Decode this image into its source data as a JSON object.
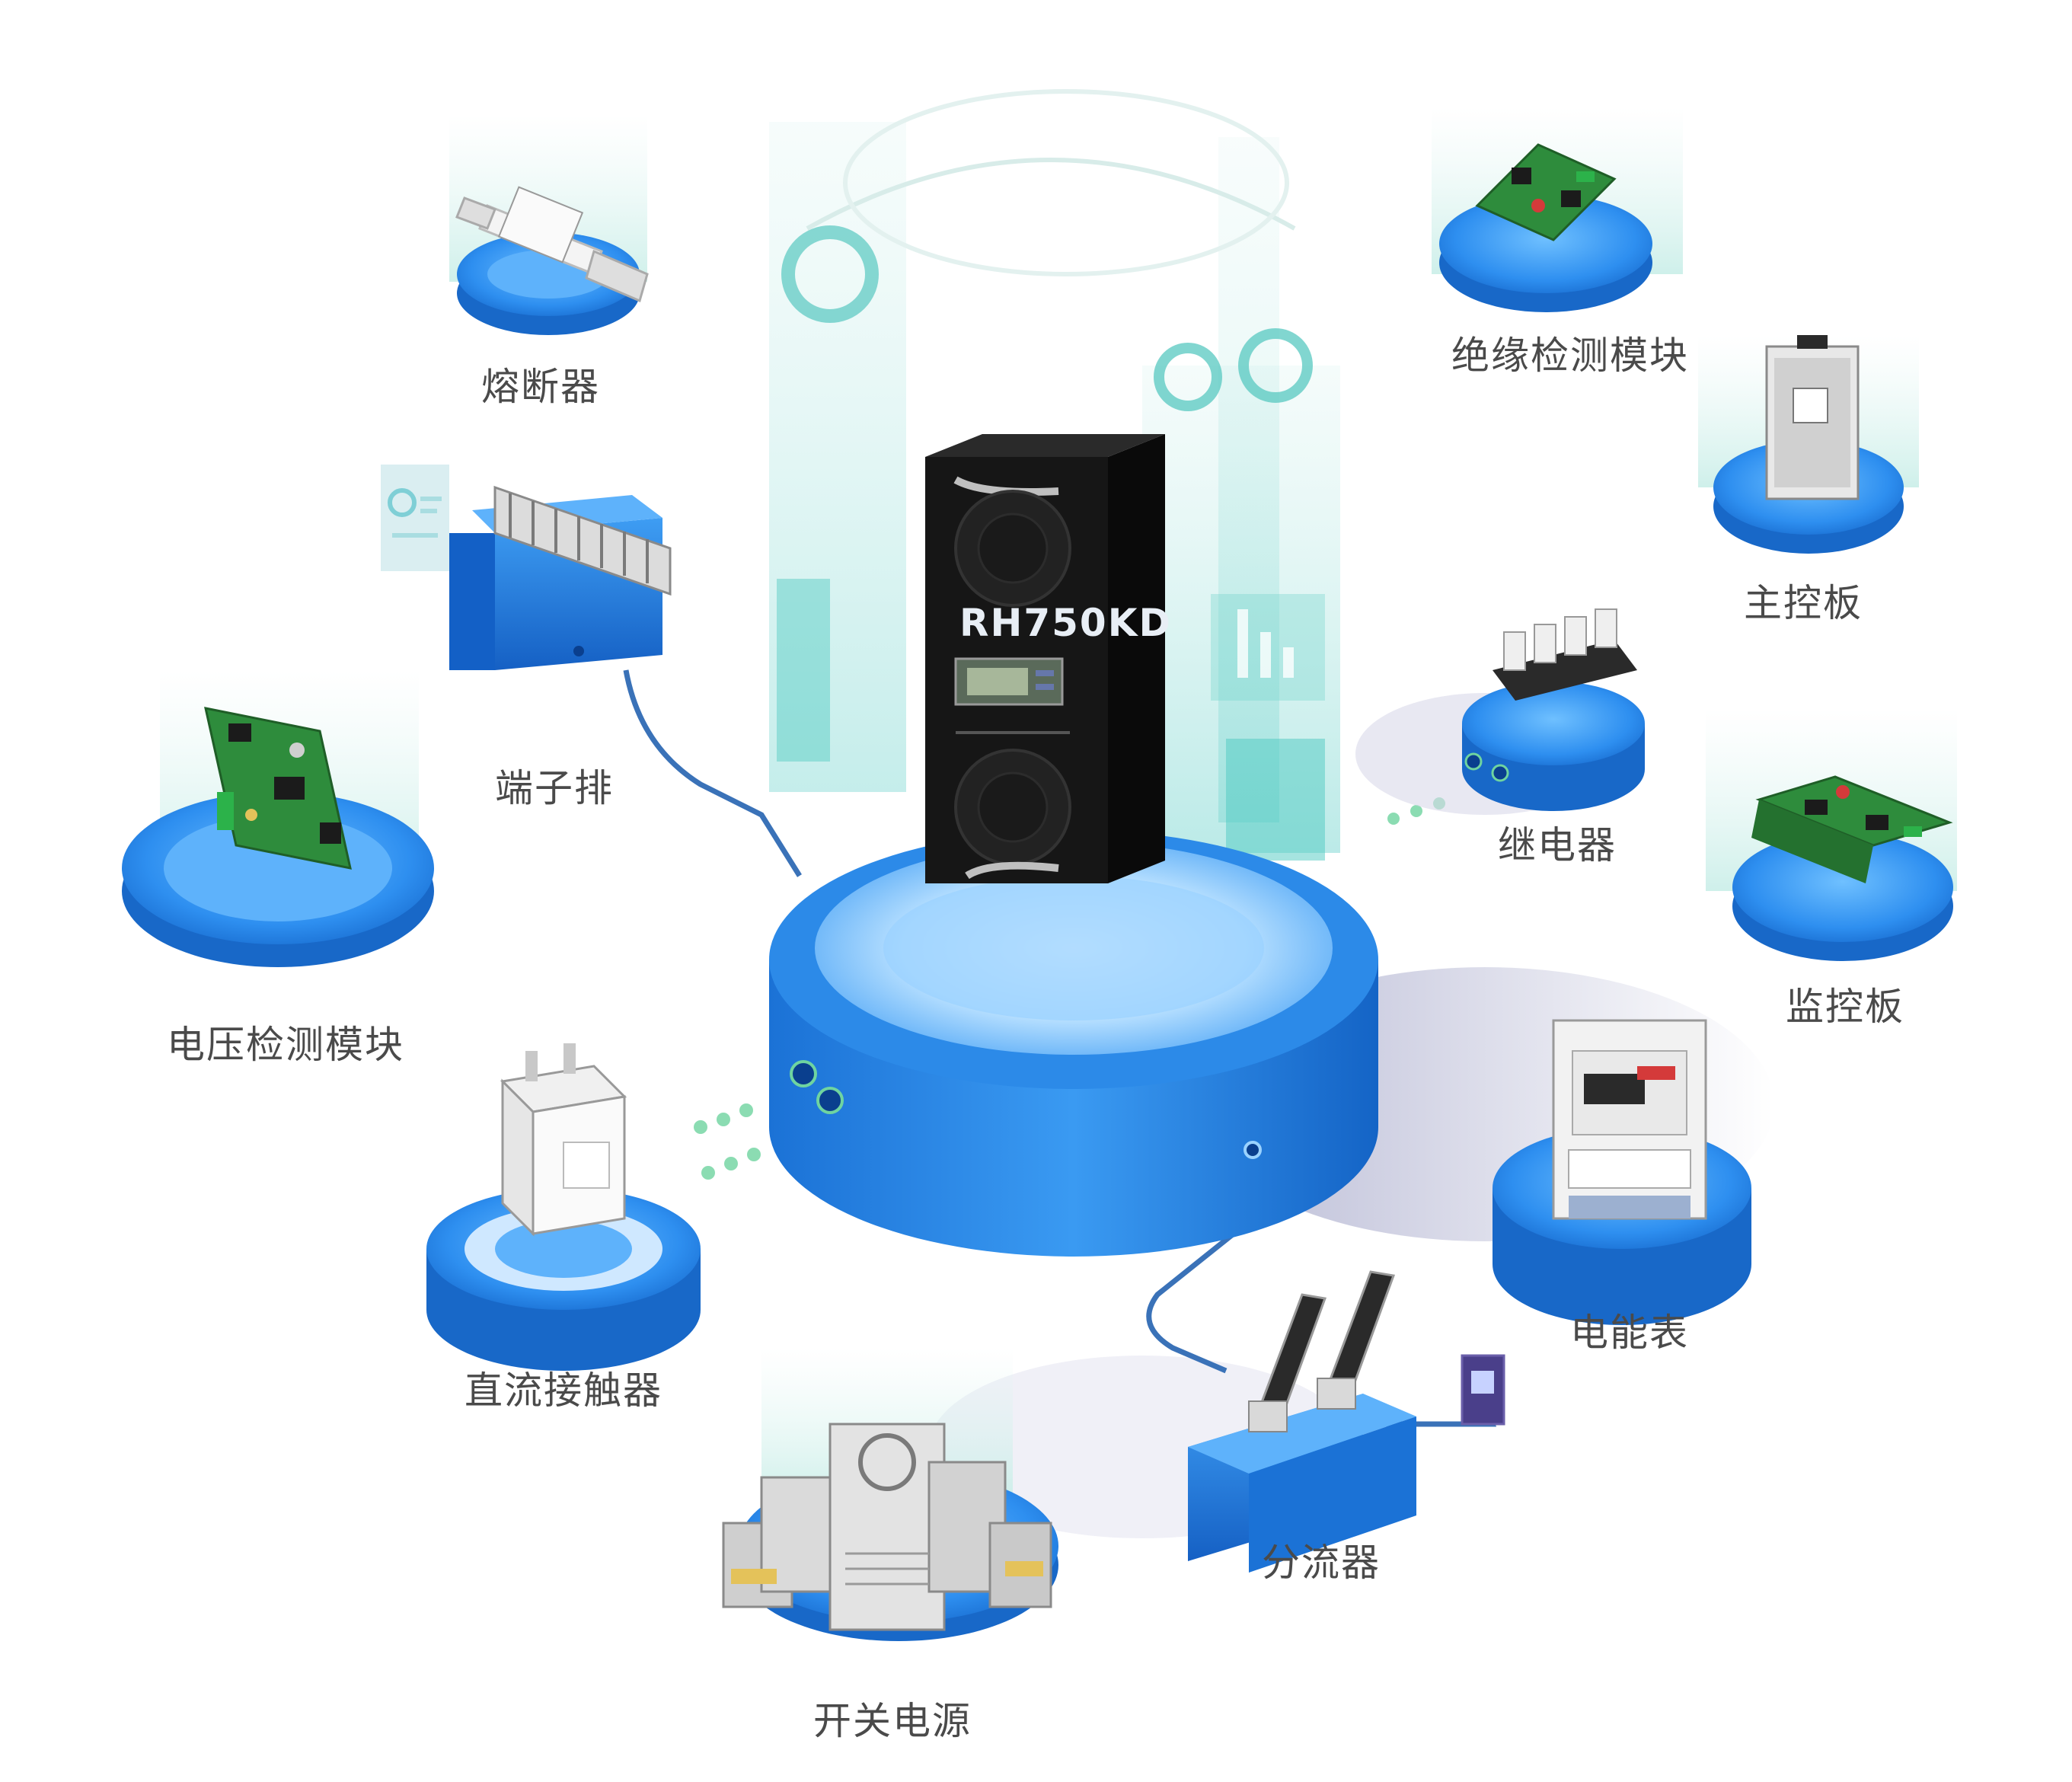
{
  "central_device": {
    "model_label": "RH750KD"
  },
  "component_labels": {
    "fuse": "熔断器",
    "terminal_block": "端子排",
    "voltage_module": "电压检测模块",
    "dc_contactor": "直流接触器",
    "switching_power": "开关电源",
    "shunt": "分流器",
    "energy_meter": "电能表",
    "monitoring_board": "监控板",
    "relay": "继电器",
    "main_control_board": "主控板",
    "insulation_module": "绝缘检测模块"
  },
  "colors": {
    "platform_blue": "#1f7ad8",
    "platform_light": "#5fb3ff",
    "glass_teal": "#4ec9c2",
    "device_black": "#161616",
    "connector_line": "#3a72b8"
  }
}
